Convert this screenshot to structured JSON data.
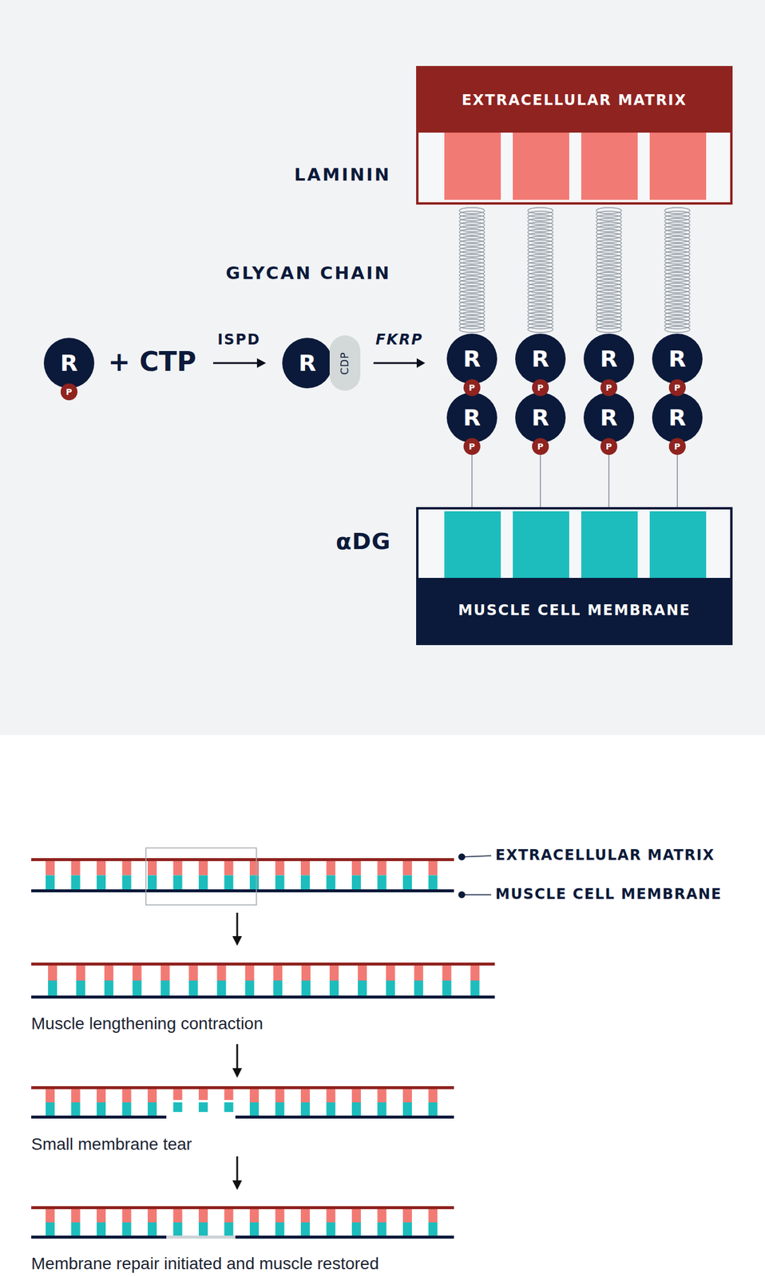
{
  "diagram": {
    "nodes": [
      {
        "text": [
          "EXTRACELLULAR MATRIX"
        ]
      },
      {
        "text": [
          "MUSCLE CELL MEMBRANE"
        ]
      },
      {
        "text": [
          "R"
        ]
      },
      {
        "text": [
          "P"
        ],
        "in": 2
      },
      {
        "text": [
          "R"
        ]
      },
      {
        "text": [
          "CDP"
        ],
        "in": 4
      },
      {
        "text": [
          "R"
        ]
      },
      {
        "text": [
          "P"
        ],
        "in": 6
      },
      {
        "text": [
          "R"
        ]
      },
      {
        "text": [
          "P"
        ],
        "in": 8
      },
      {
        "text": [
          "R"
        ]
      },
      {
        "text": [
          "P"
        ],
        "in": 10
      },
      {
        "text": [
          "R"
        ]
      },
      {
        "text": [
          "P"
        ],
        "in": 12
      },
      {
        "text": [
          "R"
        ]
      },
      {
        "text": [
          "P"
        ],
        "in": 14
      },
      {
        "text": [
          "R"
        ]
      },
      {
        "text": [
          "P"
        ],
        "in": 16
      },
      {
        "text": [
          "R"
        ]
      },
      {
        "text": [
          "P"
        ],
        "in": 18
      },
      {
        "text": [
          "R"
        ]
      },
      {
        "text": [
          "P"
        ],
        "in": 20
      }
    ],
    "edges": [
      {
        "from": 4,
        "to": 6,
        "label": "FKRP",
        "arrow": "to"
      },
      {
        "from": 14,
        "to": 1,
        "arrow": "none"
      },
      {
        "from": 16,
        "to": 1,
        "arrow": "none"
      },
      {
        "from": 18,
        "to": 1,
        "arrow": "none"
      },
      {
        "from": 20,
        "to": 1,
        "arrow": "none"
      },
      {
        "from": 6,
        "to": 0,
        "arrow": "none"
      },
      {
        "from": 8,
        "to": 0,
        "arrow": "none"
      },
      {
        "from": 10,
        "to": 0,
        "arrow": "none"
      },
      {
        "from": 12,
        "to": 0,
        "arrow": "none"
      }
    ],
    "labels": [
      "LAMININ",
      "GLYCAN CHAIN",
      "αDG",
      "+ CTP",
      "ISPD",
      "EXTRACELLULAR MATRIX",
      "MUSCLE CELL MEMBRANE",
      "Muscle lengthening contraction",
      "Small membrane tear",
      "Membrane repair initiated and muscle restored"
    ]
  }
}
